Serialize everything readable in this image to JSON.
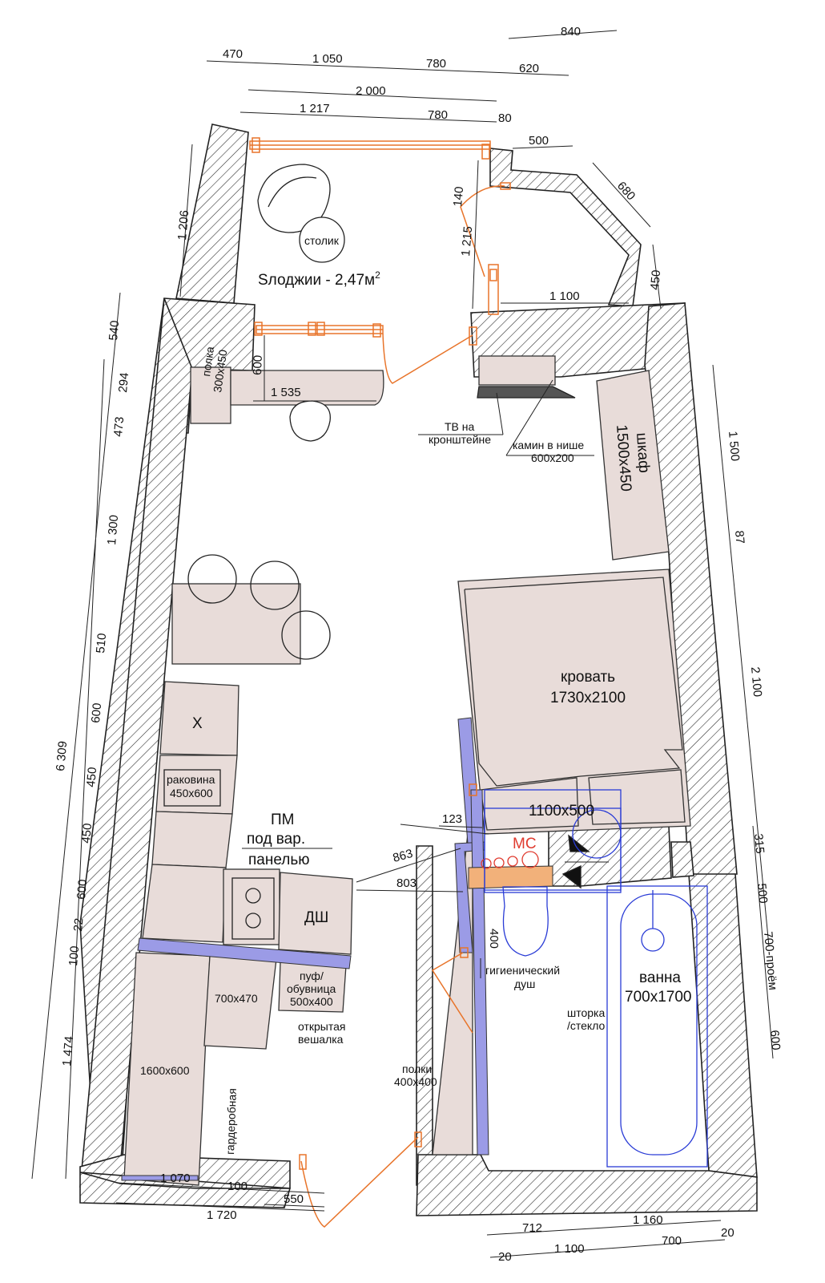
{
  "colors": {
    "wall_hatch": "#333333",
    "furniture": "#e8dcd9",
    "window_frame": "#e8742a",
    "partition": "#9b9be6",
    "bath": "#2a3cd6",
    "mc_text": "#e03a2e",
    "shelf_brown": "#f2b17a"
  },
  "dims": {
    "top_840": "840",
    "top_470": "470",
    "top_1050": "1 050",
    "top_780a": "780",
    "top_620": "620",
    "top_2000": "2 000",
    "top_1217": "1 217",
    "top_780b": "780",
    "top_80": "80",
    "top_500": "500",
    "top_680": "680",
    "loggia_1206": "1 206",
    "loggia_140": "140",
    "loggia_1215": "1 215",
    "loggia_1100": "1 100",
    "loggia_450": "450",
    "left_540": "540",
    "left_294": "294",
    "left_473": "473",
    "left_1300": "1 300",
    "left_510": "510",
    "left_600a": "600",
    "left_450a": "450",
    "left_450b": "450",
    "left_600b": "600",
    "left_22": "22",
    "left_100": "100",
    "left_1474": "1 474",
    "left_6309": "6 309",
    "right_1500": "1 500",
    "right_87": "87",
    "right_2100": "2 100",
    "right_315": "315",
    "right_500": "500",
    "right_700": "700-проём",
    "right_600": "600",
    "desk_600": "600",
    "desk_1535": "1 535",
    "d_123": "123",
    "d_863": "863",
    "d_803": "803",
    "d_400": "400",
    "bot_1070": "1 070",
    "bot_100": "100",
    "bot_550": "550",
    "bot_1720": "1 720",
    "bot_712": "712",
    "bot_1160": "1 160",
    "bot_20a": "20",
    "bot_1100": "1 100",
    "bot_700": "700",
    "bot_20b": "20"
  },
  "labels": {
    "loggia_area": "Sлоджии - 2,47м",
    "loggia_sup": "2",
    "table": "столик",
    "shelf_line1": "полка",
    "shelf_line2": "300х450",
    "tv_line1": "ТВ на",
    "tv_line2": "кронштейне",
    "fireplace_line1": "камин в нише",
    "fireplace_line2": "600х200",
    "wardrobe_line1": "шкаф",
    "wardrobe_line2": "1500х450",
    "bed_line1": "кровать",
    "bed_line2": "1730х2100",
    "x_mark": "Х",
    "sink_line1": "раковина",
    "sink_line2": "450х600",
    "dishwasher_line1": "ПМ",
    "dishwasher_line2": "под вар.",
    "dishwasher_line3": "панелью",
    "dw_short": "ДШ",
    "hygiene_line1": "гигиенический",
    "hygiene_line2": "душ",
    "bath_line1": "ванна",
    "bath_line2": "700х1700",
    "curtain_line1": "шторка",
    "curtain_line2": "/стекло",
    "pouf_line1": "пуф/",
    "pouf_line2": "обувница",
    "pouf_line3": "500х400",
    "hanger_line1": "открытая",
    "hanger_line2": "вешалка",
    "cab_700x470": "700х470",
    "cab_1600x600": "1600х600",
    "dressing": "гардеробная",
    "shelves_line1": "полки",
    "shelves_line2": "400х400",
    "washer_size": "1100х500",
    "mc": "МС"
  }
}
